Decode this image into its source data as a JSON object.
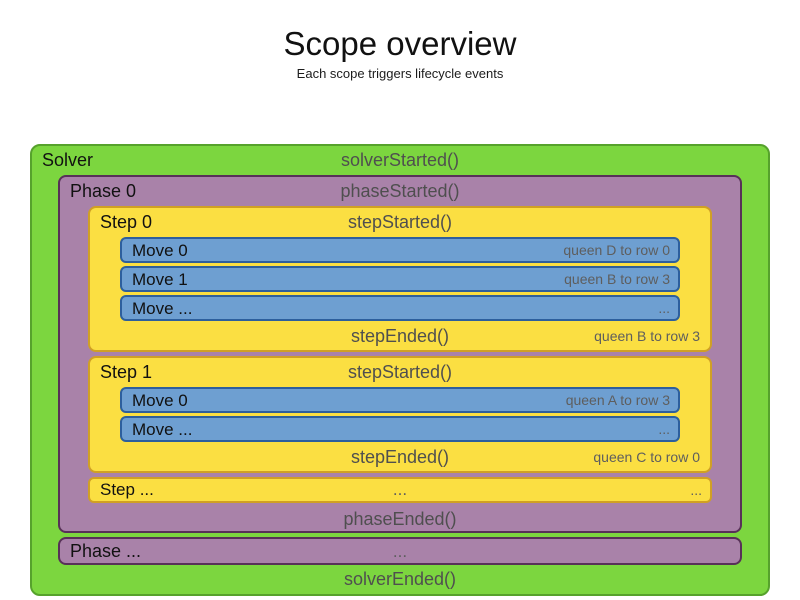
{
  "title": "Scope overview",
  "subtitle": "Each scope triggers lifecycle events",
  "colors": {
    "solver_fill": "#7cd63f",
    "solver_border": "#56a22c",
    "phase_fill": "#a982a9",
    "phase_border": "#583158",
    "step_fill": "#fbdf42",
    "step_border": "#d0a024",
    "move_fill": "#6e9fd1",
    "move_border": "#2d5f9d",
    "label_text": "#111111",
    "event_text": "#4f4f4f",
    "detail_text": "#5e5e5e"
  },
  "solver": {
    "label": "Solver",
    "started": "solverStarted()",
    "ended": "solverEnded()",
    "phase0": {
      "label": "Phase 0",
      "started": "phaseStarted()",
      "ended": "phaseEnded()",
      "steps": [
        {
          "label": "Step 0",
          "started": "stepStarted()",
          "ended": "stepEnded()",
          "ended_detail": "queen B to row 3",
          "moves": [
            {
              "label": "Move 0",
              "detail": "queen D to row 0"
            },
            {
              "label": "Move 1",
              "detail": "queen B to row 3"
            },
            {
              "label": "Move ...",
              "detail": "..."
            }
          ]
        },
        {
          "label": "Step 1",
          "started": "stepStarted()",
          "ended": "stepEnded()",
          "ended_detail": "queen C to row 0",
          "moves": [
            {
              "label": "Move 0",
              "detail": "queen A to row 3"
            },
            {
              "label": "Move ...",
              "detail": "..."
            }
          ]
        }
      ],
      "step_more": {
        "label": "Step ...",
        "center": "...",
        "right": "..."
      }
    },
    "phase_more": {
      "label": "Phase ...",
      "center": "..."
    }
  }
}
